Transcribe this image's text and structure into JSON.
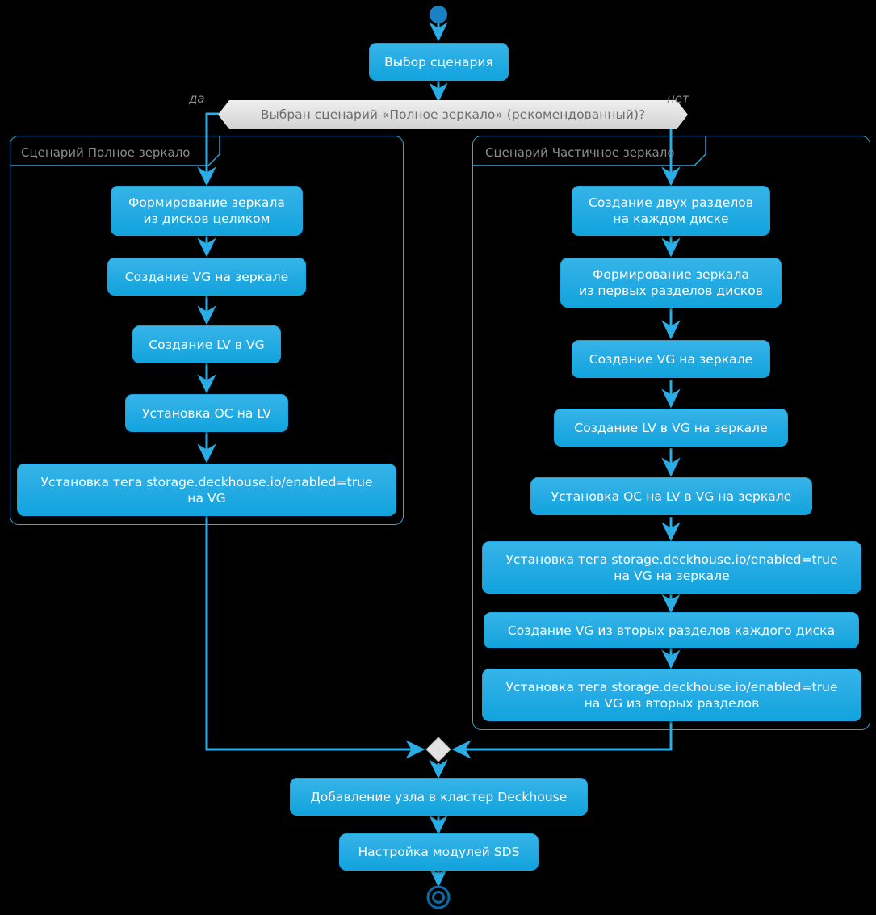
{
  "diagram": {
    "title": "Deckhouse SDS node preparation activity diagram",
    "background_color": "#000000",
    "node_fill_top": "#36b4e8",
    "node_fill_bottom": "#12a3dd",
    "node_text_color": "#ffffff",
    "connector_color": "#29ade4",
    "frame_border_color": "#2aa8e0",
    "frame_title_color": "#8c8c8c",
    "decision_fill": "#e6e6e6",
    "decision_text_color": "#6e6e6e",
    "edge_label_color": "#8f8f8f"
  },
  "start_node": {
    "name": "start-circle"
  },
  "end_node": {
    "name": "end-circle"
  },
  "merge_node": {
    "name": "merge-diamond"
  },
  "nodes": {
    "choose_scenario": "Выбор сценария",
    "decision": "Выбран сценарий «Полное зеркало» (рекомендованный)?",
    "add_node": "Добавление узла в кластер Deckhouse",
    "configure_sds": "Настройка модулей SDS"
  },
  "edge_labels": {
    "yes": "да",
    "no": "нет"
  },
  "left_branch": {
    "title": "Сценарий Полное зеркало",
    "steps": [
      {
        "line1": "Формирование зеркала",
        "line2": "из дисков целиком"
      },
      {
        "line1": "Создание VG на зеркале",
        "line2": ""
      },
      {
        "line1": "Создание LV в VG",
        "line2": ""
      },
      {
        "line1": "Установка ОС на LV",
        "line2": ""
      },
      {
        "line1": "Установка тега storage.deckhouse.io/enabled=true",
        "line2": "на VG"
      }
    ]
  },
  "right_branch": {
    "title": "Сценарий Частичное зеркало",
    "steps": [
      {
        "line1": "Создание двух разделов",
        "line2": "на каждом диске"
      },
      {
        "line1": "Формирование зеркала",
        "line2": "из первых разделов дисков"
      },
      {
        "line1": "Создание VG на зеркале",
        "line2": ""
      },
      {
        "line1": "Создание LV в VG на зеркале",
        "line2": ""
      },
      {
        "line1": "Установка ОС на LV в VG на зеркале",
        "line2": ""
      },
      {
        "line1": "Установка тега storage.deckhouse.io/enabled=true",
        "line2": "на VG на зеркале"
      },
      {
        "line1": "Создание VG из вторых разделов каждого диска",
        "line2": ""
      },
      {
        "line1": "Установка тега storage.deckhouse.io/enabled=true",
        "line2": "на VG из вторых разделов"
      }
    ]
  }
}
